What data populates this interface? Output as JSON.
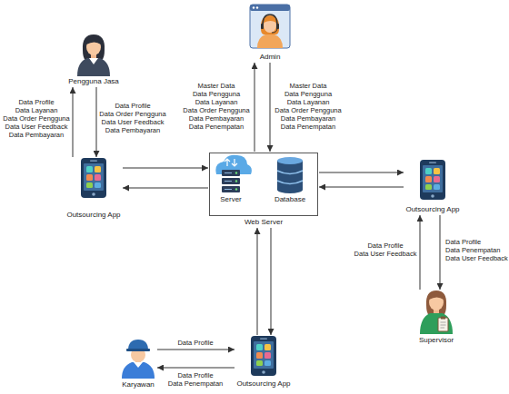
{
  "diagram": {
    "nodes": [
      {
        "text": [
          "Admin"
        ]
      },
      {
        "text": [
          "Pengguna Jasa"
        ]
      },
      {
        "text": [
          "Outsourcing App"
        ]
      },
      {
        "text": [
          "Web Server"
        ]
      },
      {
        "text": [
          "Server"
        ],
        "in": 3
      },
      {
        "text": [
          "Database"
        ],
        "in": 3
      },
      {
        "text": [
          "Outsourcing App"
        ]
      },
      {
        "text": [
          "Supervisor"
        ]
      },
      {
        "text": [
          "Karyawan"
        ]
      },
      {
        "text": [
          "Outsourcing App"
        ]
      }
    ],
    "edges": [
      {
        "from": 2,
        "to": 1,
        "arrow": "to",
        "label": "Data Profile Data Layanan Data Order Pengguna Data User Feedback Data Pembayaran"
      },
      {
        "from": 1,
        "to": 2,
        "arrow": "to",
        "label": "Data Profile Data Order Pengguna Data User Feedback Data Pembayaran"
      },
      {
        "from": 2,
        "to": 3,
        "arrow": "to"
      },
      {
        "from": 3,
        "to": 2,
        "arrow": "to"
      },
      {
        "from": 3,
        "to": 0,
        "arrow": "to",
        "label": "Master Data Data Pengguna Data Layanan Data Order Pengguna Data Pembayaran Data Penempatan"
      },
      {
        "from": 0,
        "to": 3,
        "arrow": "to",
        "label": "Master Data Data Pengguna Data Layanan Data Order Pengguna Data Pembayaran Data Penempatan"
      },
      {
        "from": 3,
        "to": 6,
        "arrow": "to"
      },
      {
        "from": 6,
        "to": 3,
        "arrow": "to"
      },
      {
        "from": 7,
        "to": 6,
        "arrow": "to",
        "label": "Data Profile Data User Feedback"
      },
      {
        "from": 6,
        "to": 7,
        "arrow": "to",
        "label": "Data Profile Data Penempatan Data User Feedback"
      },
      {
        "from": 9,
        "to": 3,
        "arrow": "to"
      },
      {
        "from": 3,
        "to": 9,
        "arrow": "to"
      },
      {
        "from": 8,
        "to": 9,
        "arrow": "to",
        "label": "Data Profile"
      },
      {
        "from": 9,
        "to": 8,
        "arrow": "to",
        "label": "Data Profile Data Penempatan"
      }
    ]
  }
}
